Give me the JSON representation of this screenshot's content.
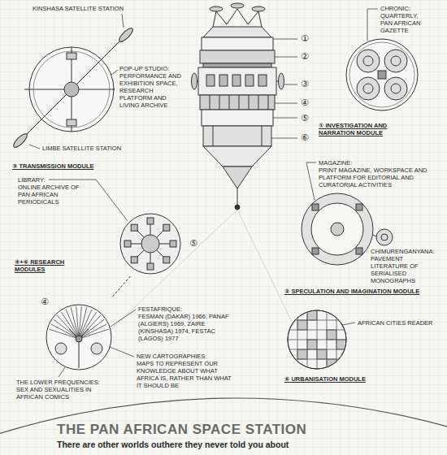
{
  "diagram": {
    "title": "THE PAN AFRICAN SPACE STATION",
    "caption": "There are other worlds outhere they never told you about",
    "nodes": [
      {
        "text": [
          "③ TRANSMISSION MODULE"
        ]
      },
      {
        "text": [
          "① INVESTIGATION AND NARRATION MODULE"
        ]
      },
      {
        "text": [
          "⑤"
        ]
      },
      {
        "text": [
          "② SPECULATION AND IMAGINATION MODULE"
        ]
      },
      {
        "text": [
          "④"
        ]
      },
      {
        "text": [
          "⑥ URBANISATION MODULE"
        ]
      }
    ],
    "edges": [
      {
        "from": 2,
        "to": 4,
        "arrow": "none"
      }
    ],
    "labels": [
      "KINSHASA SATELLITE STATION",
      "POP-UP STUDIO:",
      "PERFORMANCE AND EXHIBITION SPACE, RESEARCH PLATFORM AND LIVING ARCHIVE",
      "LIMBE SATELLITE STATION",
      "①",
      "②",
      "③",
      "④",
      "⑤",
      "⑥",
      "CHRONIC:",
      "QUARTERLY, PAN AFRICAN GAZETTE",
      "LIBRARY:",
      "ONLINE ARCHIVE OF PAN AFRICAN PERIODICALS",
      "④+⑥ RESEARCH MODULES",
      "MAGAZINE:",
      "PRINT MAGAZINE, WORKSPACE AND PLATFORM FOR EDITORIAL AND CURATORIAL ACTIVITIES",
      "CHIMURENGANYANA:",
      "PAVEMENT LITERATURE OF SERIALISED MONOGRAPHS",
      "FESTAFRIQUE:",
      "FESMAN (DAKAR) 1966, PANAF (ALGIERS) 1969, ZAIRE (KINSHASA) 1974, FESTAC (LAGOS) 1977",
      "NEW CARTOGRAPHIES:",
      "MAPS TO REPRESENT OUR KNOWLEDGE ABOUT WHAT AFRICA IS, RATHER THAN WHAT IT SHOULD BE",
      "THE LOWER FREQUENCIES:",
      "SEX AND SEXUALITIES IN AFRICAN COMICS",
      "AFRICAN CITIES READER"
    ]
  }
}
